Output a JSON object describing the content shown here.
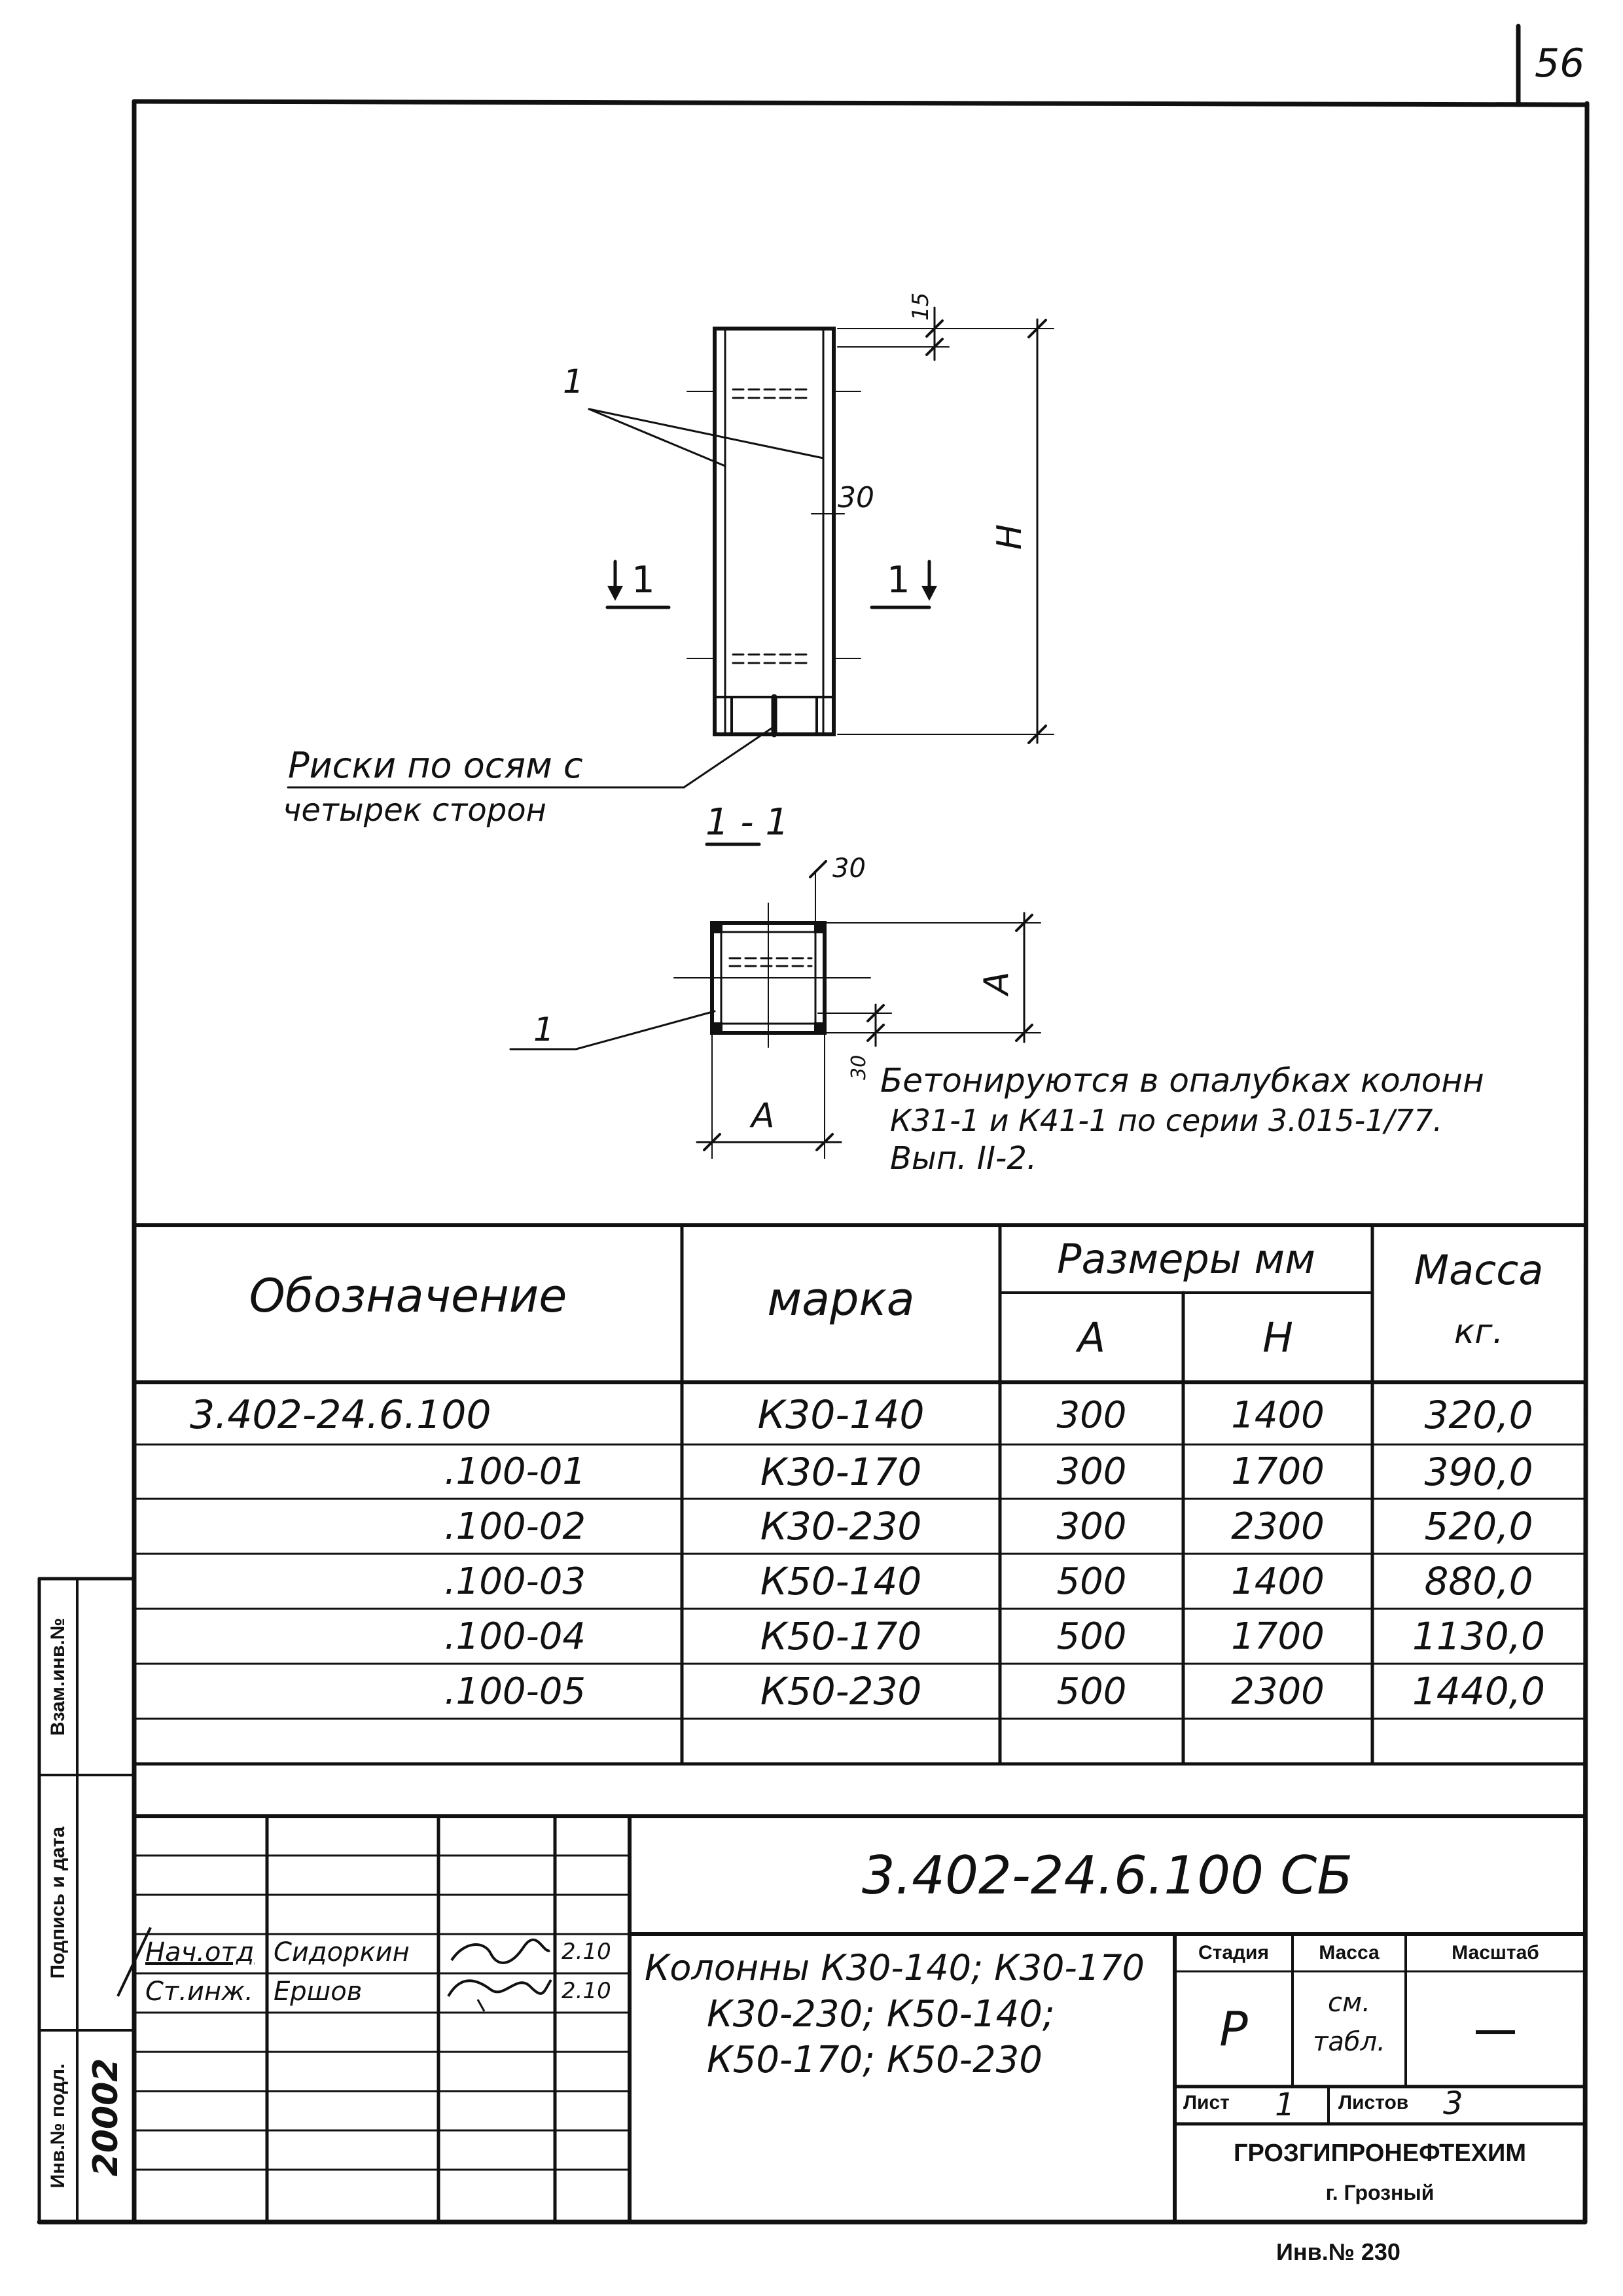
{
  "sheet_number": "56",
  "drawing": {
    "labels": {
      "pos_1_top": "1",
      "pos_1_bottom": "1",
      "dim_15": "15",
      "dim_30_top": "30",
      "dim_30_section": "30",
      "dim_30_bottom": "30",
      "dim_H": "H",
      "dim_A_side": "A",
      "dim_A_bottom": "A",
      "section_mark_left": "1",
      "section_mark_right": "1",
      "section_title": "1 - 1"
    },
    "note_marks_line1": "Риски по осям с",
    "note_marks_line2": "четырек сторон",
    "note_concrete_line1": "Бетонируются в опалубках колонн",
    "note_concrete_line2": "К31-1 и К41-1 по серии 3.015-1/77.",
    "note_concrete_line3": "Вып. II-2."
  },
  "spec_table": {
    "headers": {
      "designation": "Обозначение",
      "mark": "марка",
      "dimensions": "Размеры мм",
      "dim_a": "А",
      "dim_h": "Н",
      "mass": "Масса",
      "mass_unit": "кг."
    },
    "rows": [
      {
        "designation": "3.402-24.6.100",
        "mark": "К30-140",
        "a": "300",
        "h": "1400",
        "mass": "320,0"
      },
      {
        "designation": ".100-01",
        "mark": "К30-170",
        "a": "300",
        "h": "1700",
        "mass": "390,0"
      },
      {
        "designation": ".100-02",
        "mark": "К30-230",
        "a": "300",
        "h": "2300",
        "mass": "520,0"
      },
      {
        "designation": ".100-03",
        "mark": "К50-140",
        "a": "500",
        "h": "1400",
        "mass": "880,0"
      },
      {
        "designation": ".100-04",
        "mark": "К50-170",
        "a": "500",
        "h": "1700",
        "mass": "1130,0"
      },
      {
        "designation": ".100-05",
        "mark": "К50-230",
        "a": "500",
        "h": "2300",
        "mass": "1440,0"
      }
    ]
  },
  "title_block": {
    "doc_code": "3.402-24.6.100 СБ",
    "title_line1": "Колонны К30-140; К30-170",
    "title_line2": "К30-230; К50-140;",
    "title_line3": "К50-170; К50-230",
    "stage_label": "Стадия",
    "mass_label": "Масса",
    "scale_label": "Масштаб",
    "stage_value": "Р",
    "mass_value_line1": "см.",
    "mass_value_line2": "табл.",
    "scale_value": "—",
    "sheet_label": "Лист",
    "sheet_value": "1",
    "sheets_label": "Листов",
    "sheets_value": "3",
    "organization": "ГРОЗГИПРОНЕФТЕХИМ",
    "city": "г. Грозный",
    "signatures": [
      {
        "role": "Нач.отд",
        "name": "Сидоркин",
        "date": "2.10"
      },
      {
        "role": "Ст.инж.",
        "name": "Ершов",
        "date": "2.10"
      }
    ]
  },
  "side_stamp": {
    "inv_replaced": "Взам.инв.№",
    "sign_date": "Подпись и дата",
    "inv_original": "Инв.№ подл.",
    "inv_original_value": "20002"
  },
  "footer_inv": "Инв.№ 230"
}
